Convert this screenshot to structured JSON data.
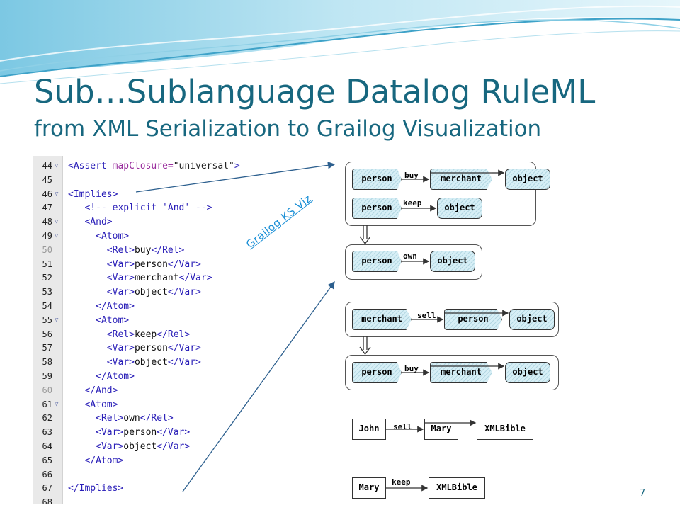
{
  "title": "Sub…Sublanguage Datalog RuleML",
  "subtitle": "from XML Serialization to Grailog Visualization",
  "viz_link": "Grailog KS Viz",
  "page_number": "7",
  "colors": {
    "title": "#17677f",
    "tag": "#2a1fb8",
    "attribute": "#9a2f9e",
    "link": "#1a8fd6"
  },
  "code_lines": [
    {
      "num": "44",
      "fold": true,
      "grey": false,
      "html": "<span class='tag'>&lt;Assert</span> <span class='attr'>mapClosure=</span><span class='str'>\"universal\"</span><span class='tag'>&gt;</span>"
    },
    {
      "num": "45",
      "fold": false,
      "grey": false,
      "html": ""
    },
    {
      "num": "46",
      "fold": true,
      "grey": false,
      "html": "<span class='tag'>&lt;Implies&gt;</span>"
    },
    {
      "num": "47",
      "fold": false,
      "grey": false,
      "html": "&nbsp;&nbsp;&nbsp;<span class='cmt'>&lt;!-- explicit 'And' --&gt;</span>"
    },
    {
      "num": "48",
      "fold": true,
      "grey": false,
      "html": "&nbsp;&nbsp;&nbsp;<span class='tag'>&lt;And&gt;</span>"
    },
    {
      "num": "49",
      "fold": true,
      "grey": false,
      "html": "&nbsp;&nbsp;&nbsp;&nbsp;&nbsp;<span class='tag'>&lt;Atom&gt;</span>"
    },
    {
      "num": "50",
      "fold": false,
      "grey": true,
      "html": "&nbsp;&nbsp;&nbsp;&nbsp;&nbsp;&nbsp;&nbsp;<span class='tag'>&lt;Rel&gt;</span><span class='txt'>buy</span><span class='tag'>&lt;/Rel&gt;</span>"
    },
    {
      "num": "51",
      "fold": false,
      "grey": false,
      "html": "&nbsp;&nbsp;&nbsp;&nbsp;&nbsp;&nbsp;&nbsp;<span class='tag'>&lt;Var&gt;</span><span class='txt'>person</span><span class='tag'>&lt;/Var&gt;</span>"
    },
    {
      "num": "52",
      "fold": false,
      "grey": false,
      "html": "&nbsp;&nbsp;&nbsp;&nbsp;&nbsp;&nbsp;&nbsp;<span class='tag'>&lt;Var&gt;</span><span class='txt'>merchant</span><span class='tag'>&lt;/Var&gt;</span>"
    },
    {
      "num": "53",
      "fold": false,
      "grey": false,
      "html": "&nbsp;&nbsp;&nbsp;&nbsp;&nbsp;&nbsp;&nbsp;<span class='tag'>&lt;Var&gt;</span><span class='txt'>object</span><span class='tag'>&lt;/Var&gt;</span>"
    },
    {
      "num": "54",
      "fold": false,
      "grey": false,
      "html": "&nbsp;&nbsp;&nbsp;&nbsp;&nbsp;<span class='tag'>&lt;/Atom&gt;</span>"
    },
    {
      "num": "55",
      "fold": true,
      "grey": false,
      "html": "&nbsp;&nbsp;&nbsp;&nbsp;&nbsp;<span class='tag'>&lt;Atom&gt;</span>"
    },
    {
      "num": "56",
      "fold": false,
      "grey": false,
      "html": "&nbsp;&nbsp;&nbsp;&nbsp;&nbsp;&nbsp;&nbsp;<span class='tag'>&lt;Rel&gt;</span><span class='txt'>keep</span><span class='tag'>&lt;/Rel&gt;</span>"
    },
    {
      "num": "57",
      "fold": false,
      "grey": false,
      "html": "&nbsp;&nbsp;&nbsp;&nbsp;&nbsp;&nbsp;&nbsp;<span class='tag'>&lt;Var&gt;</span><span class='txt'>person</span><span class='tag'>&lt;/Var&gt;</span>"
    },
    {
      "num": "58",
      "fold": false,
      "grey": false,
      "html": "&nbsp;&nbsp;&nbsp;&nbsp;&nbsp;&nbsp;&nbsp;<span class='tag'>&lt;Var&gt;</span><span class='txt'>object</span><span class='tag'>&lt;/Var&gt;</span>"
    },
    {
      "num": "59",
      "fold": false,
      "grey": false,
      "html": "&nbsp;&nbsp;&nbsp;&nbsp;&nbsp;<span class='tag'>&lt;/Atom&gt;</span>"
    },
    {
      "num": "60",
      "fold": false,
      "grey": true,
      "html": "&nbsp;&nbsp;&nbsp;<span class='tag'>&lt;/And&gt;</span>"
    },
    {
      "num": "61",
      "fold": true,
      "grey": false,
      "html": "&nbsp;&nbsp;&nbsp;<span class='tag'>&lt;Atom&gt;</span>"
    },
    {
      "num": "62",
      "fold": false,
      "grey": false,
      "html": "&nbsp;&nbsp;&nbsp;&nbsp;&nbsp;<span class='tag'>&lt;Rel&gt;</span><span class='txt'>own</span><span class='tag'>&lt;/Rel&gt;</span>"
    },
    {
      "num": "63",
      "fold": false,
      "grey": false,
      "html": "&nbsp;&nbsp;&nbsp;&nbsp;&nbsp;<span class='tag'>&lt;Var&gt;</span><span class='txt'>person</span><span class='tag'>&lt;/Var&gt;</span>"
    },
    {
      "num": "64",
      "fold": false,
      "grey": false,
      "html": "&nbsp;&nbsp;&nbsp;&nbsp;&nbsp;<span class='tag'>&lt;Var&gt;</span><span class='txt'>object</span><span class='tag'>&lt;/Var&gt;</span>"
    },
    {
      "num": "65",
      "fold": false,
      "grey": false,
      "html": "&nbsp;&nbsp;&nbsp;<span class='tag'>&lt;/Atom&gt;</span>"
    },
    {
      "num": "66",
      "fold": false,
      "grey": false,
      "html": ""
    },
    {
      "num": "67",
      "fold": false,
      "grey": false,
      "html": "<span class='tag'>&lt;/Implies&gt;</span>"
    },
    {
      "num": "68",
      "fold": false,
      "grey": false,
      "html": ""
    }
  ],
  "diagram": {
    "rule1_premise1": {
      "rel": "buy",
      "args": [
        "person",
        "merchant",
        "object"
      ]
    },
    "rule1_premise2": {
      "rel": "keep",
      "args": [
        "person",
        "object"
      ]
    },
    "rule1_conclusion": {
      "rel": "own",
      "args": [
        "person",
        "object"
      ]
    },
    "rule2_premise": {
      "rel": "sell",
      "args": [
        "merchant",
        "person",
        "object"
      ]
    },
    "rule2_conclusion": {
      "rel": "buy",
      "args": [
        "person",
        "merchant",
        "object"
      ]
    },
    "fact1": {
      "rel": "sell",
      "args": [
        "John",
        "Mary",
        "XMLBible"
      ]
    },
    "fact2": {
      "rel": "keep",
      "args": [
        "Mary",
        "XMLBible"
      ]
    }
  }
}
